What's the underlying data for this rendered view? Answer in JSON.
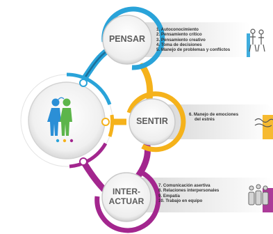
{
  "pensar": {
    "label": "PENSAR",
    "items": [
      "1. Autoconocimiento",
      "2. Pensamiento crítico",
      "3. Pensamiento creativo",
      "4. Toma de decisiones",
      "5. Manejo de problemas y conflictos"
    ],
    "color": "#29a3d9"
  },
  "sentir": {
    "label": "SENTIR",
    "items": [
      "6. Manejo de emociones",
      "del estrés"
    ],
    "color": "#f5b21b"
  },
  "interactuar": {
    "label_line1": "INTER-",
    "label_line2": "ACTUAR",
    "items": [
      "7. Comunicación asertiva",
      "8. Relaciones interpersonales",
      "9. Empatía",
      "10. Trabajo en equipo"
    ],
    "color": "#a3268e"
  },
  "center": {
    "dot_colors": [
      "#29a3d9",
      "#f5b21b",
      "#a3268e"
    ],
    "person_colors": [
      "#2b8fd6",
      "#5cb54a"
    ]
  }
}
